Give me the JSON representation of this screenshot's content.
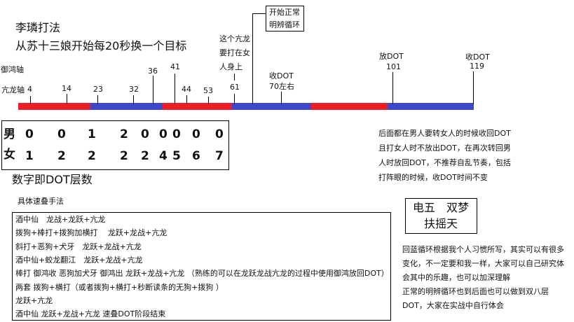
{
  "title": "李璘打法",
  "subtitle": "从苏十三娘开始每20秒换一个目标",
  "axis_labels": {
    "yuhong": "御鸿轴",
    "kanglong": "亢龙轴"
  },
  "timeline": {
    "segments": [
      {
        "color": "#ee1c25"
      },
      {
        "color": "#3f48cc"
      },
      {
        "color": "#ee1c25"
      },
      {
        "color": "#3f48cc"
      },
      {
        "color": "#ee1c25"
      },
      {
        "color": "#3f48cc"
      }
    ],
    "ticks": [
      "4",
      "14",
      "23",
      "32",
      "36",
      "41",
      "44",
      "53",
      "61"
    ],
    "note_61": [
      "这个亢龙",
      "要打在女",
      "人身上"
    ],
    "cycle_box": [
      "开始正常",
      "明辨循环"
    ],
    "dot_70": [
      "收DOT",
      "70左右"
    ],
    "dot_101": [
      "放DOT",
      "101"
    ],
    "dot_119": [
      "收DOT",
      "119"
    ]
  },
  "stack_table": {
    "male_label": "男",
    "female_label": "女",
    "male": [
      "0",
      "0",
      "1",
      "2",
      "0",
      "0",
      "0",
      "0",
      "0"
    ],
    "female": [
      "1",
      "2",
      "2",
      "2",
      "2",
      "4",
      "5",
      "6",
      "7"
    ]
  },
  "stack_caption": "数字即DOT层数",
  "method_title": "具体速叠手法",
  "method_lines": [
    "酒中仙　龙战+龙跃+亢龙",
    "拨狗+棒打+拨狗加横打　 龙跃+龙战+亢龙",
    "斜打+恶狗+犬牙　龙跃+龙战+亢龙",
    "酒中仙+蛟龙翻江　龙跃+龙战+亢龙",
    "棒打 御鸿收  恶狗加犬牙 御鸿出 龙跃+龙战+亢龙 （熟练的可以在龙跃龙战亢龙的过程中使用御鸿放回DOT）",
    "两套 拨狗+横打（或者拨狗+横打+秒断读条的无狗+拨狗 ）",
    "龙跃+亢龙",
    "酒中仙 龙跃+龙战+亢龙 速叠DOT阶段结束"
  ],
  "right_note": [
    "后面都在男人要转女人的时候收回DOT",
    "且打女人时不放出DOT，在再次转回男",
    "人时放回DOT，不推荐自乱节奏，包括",
    "打阵眼的时候，收DOT时间不变"
  ],
  "author_box": [
    "电五　双梦",
    "扶摇天"
  ],
  "footer_note": [
    "回蓝循环根据我个人习惯所写，其实可以有很多",
    "变化，不一定要和我一样，大家可以自己研究体",
    "会其中的乐趣，也可以加深理解",
    "正常的明辨循环也到后面也可以做到双八层",
    "DOT，大家在实战中自行体会"
  ]
}
